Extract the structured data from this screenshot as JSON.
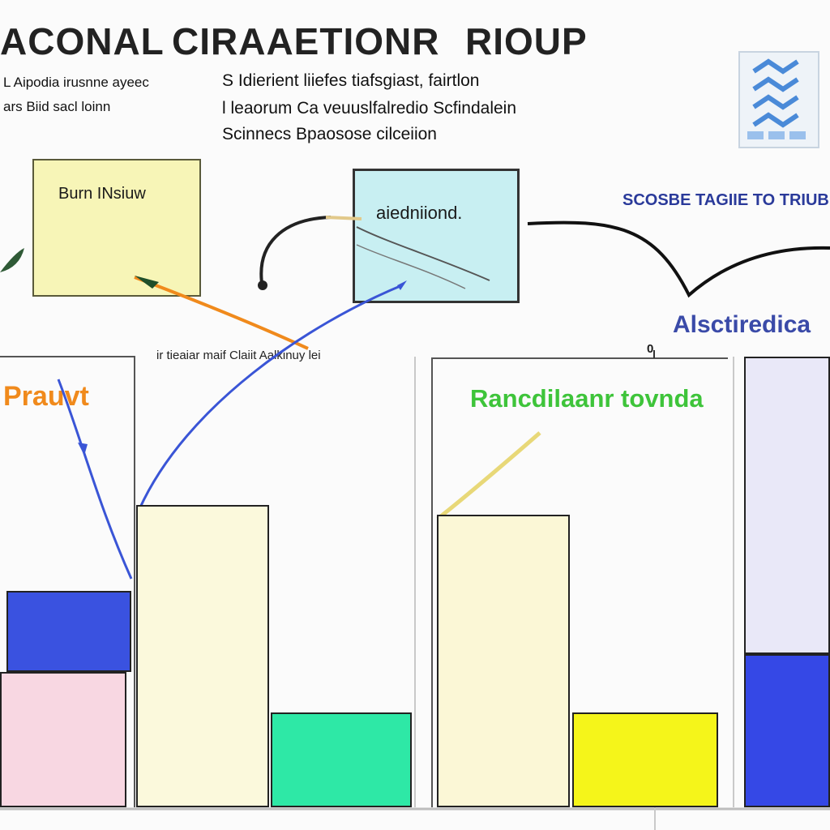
{
  "title": {
    "left": "ACONAL",
    "middle": "CIRAAETIONR",
    "right": "RIOUP"
  },
  "subtitle": {
    "left_line1": "L Aipodia irusnne ayeec",
    "left_line2": "ars Biid sacl loinn",
    "right_line1": "S Idierient liiefes tiafsgiast, fairtlon",
    "right_line2": "l leaorum Ca veuuslfalredio Scfindalein",
    "right_line3": "Scinnecs Bpaosose cilceiion"
  },
  "nodes": {
    "note_label": "Burn INsiuw",
    "panel_label": "aiedniiond."
  },
  "side": {
    "title": "SCOSBE TAGIIE TO TRIUB",
    "subtitle": "Alsctiredica"
  },
  "charts": {
    "middle_caption": "ir tieaiar maif Claiit Aalkinuy lei",
    "zero_label": "0",
    "left_title": "Prauvt",
    "right_title": "Rancdilaanr tovnda"
  },
  "chart_data": {
    "type": "bar",
    "title": "",
    "xlabel": "",
    "ylabel": "",
    "ylim": [
      0,
      100
    ],
    "bars": [
      {
        "panel": "left",
        "color": "#f8d7e2",
        "value": 30
      },
      {
        "panel": "left",
        "color": "#3a52e0",
        "value": 18,
        "stacked_on": 30
      },
      {
        "panel": "left",
        "color": "#fbf9dc",
        "value": 67
      },
      {
        "panel": "left",
        "color": "#2ee8a6",
        "value": 21
      },
      {
        "panel": "right",
        "color": "#fbf7d6",
        "value": 65
      },
      {
        "panel": "right",
        "color": "#f5f51a",
        "value": 21
      },
      {
        "panel": "right",
        "color": "#3548e6",
        "value": 34
      },
      {
        "panel": "right",
        "color": "#e9e8f8",
        "value": 66,
        "stacked_on": 34
      }
    ]
  },
  "colors": {
    "orange_arrow": "#f08a1c",
    "blue_arrow": "#3a55d6",
    "gold_arrow": "#e8d878"
  }
}
